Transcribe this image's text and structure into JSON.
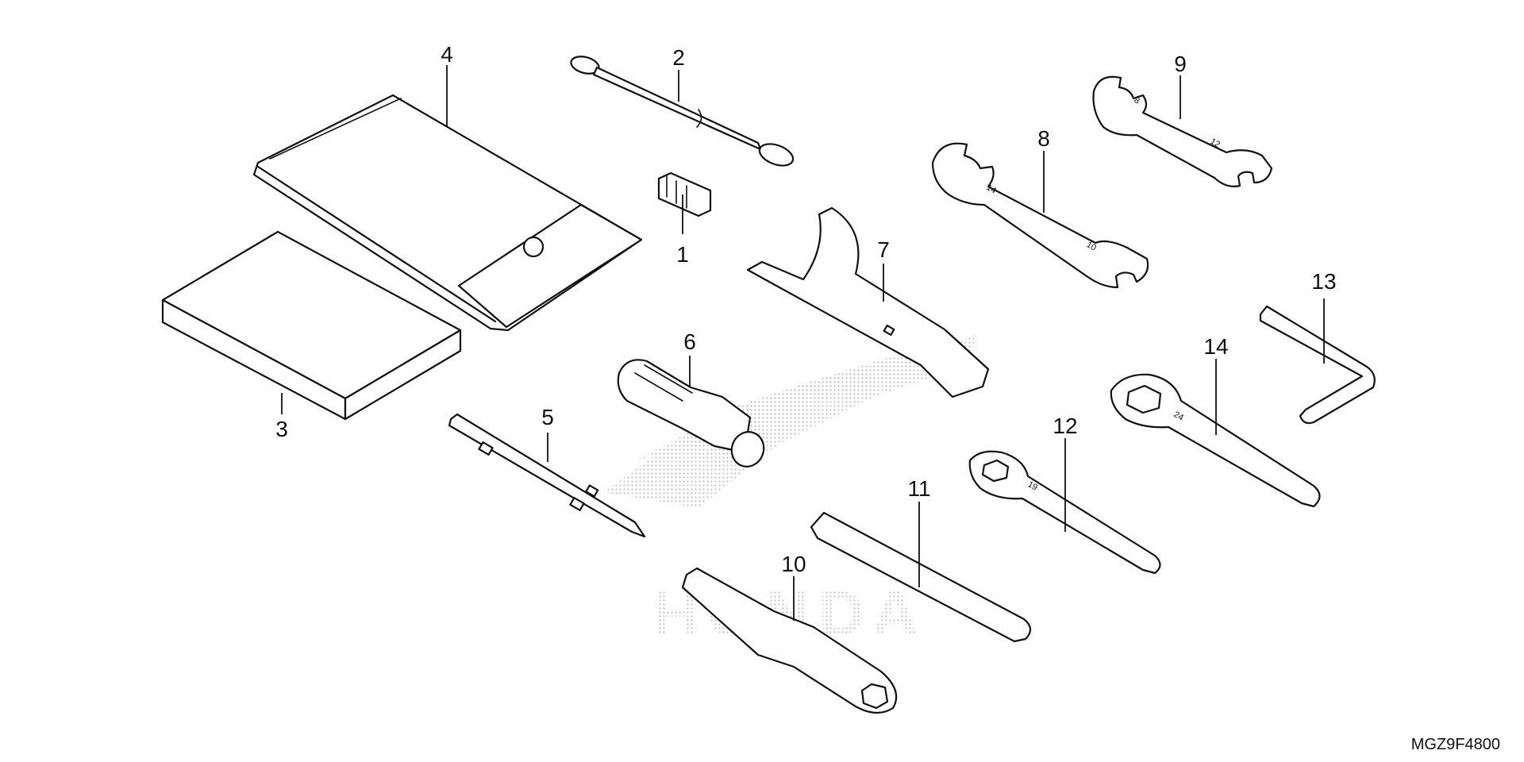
{
  "diagram": {
    "drawing_code": "MGZ9F4800",
    "callouts": [
      {
        "part": "spanner-bag-clip",
        "number": "1"
      },
      {
        "part": "extension-bar",
        "number": "2"
      },
      {
        "part": "owners-manual",
        "number": "3"
      },
      {
        "part": "tool-bag",
        "number": "4"
      },
      {
        "part": "screwdriver-grip-shaft",
        "number": "5"
      },
      {
        "part": "screwdriver-handle",
        "number": "6"
      },
      {
        "part": "pin-spanner",
        "number": "7"
      },
      {
        "part": "open-end-wrench-10x14",
        "number": "8"
      },
      {
        "part": "open-end-wrench-8x12",
        "number": "9"
      },
      {
        "part": "plug-wrench",
        "number": "10"
      },
      {
        "part": "flat-bar",
        "number": "11"
      },
      {
        "part": "ring-wrench-19",
        "number": "12"
      },
      {
        "part": "hex-wrench",
        "number": "13"
      },
      {
        "part": "ring-wrench-24",
        "number": "14"
      }
    ],
    "stamps": {
      "wrench_8": "8",
      "wrench_12": "12",
      "wrench_14": "14",
      "wrench_10": "10",
      "ring_19": "19",
      "ring_24": "24"
    },
    "watermark": {
      "brand": "HONDA",
      "color": "#9a9a9a"
    }
  }
}
